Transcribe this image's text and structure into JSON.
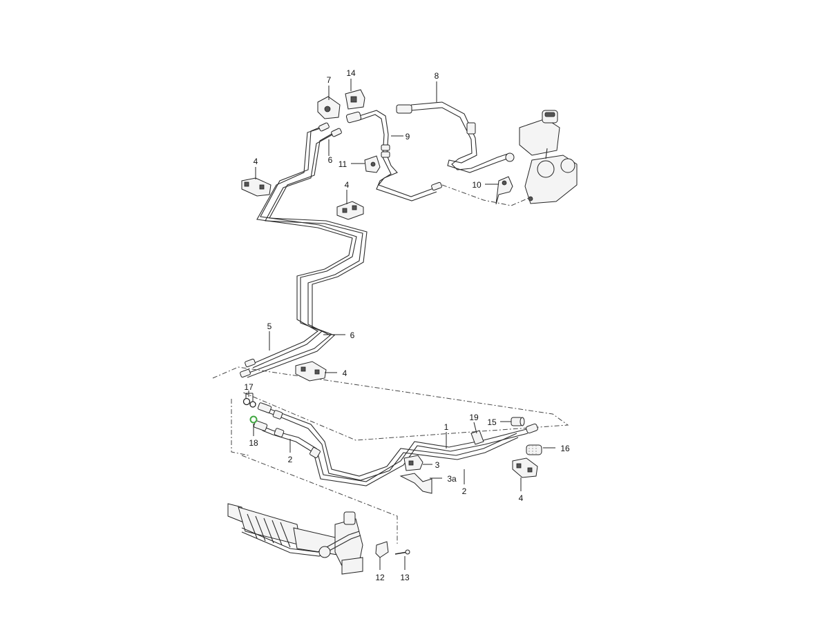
{
  "diagram": {
    "callouts": {
      "c1": "1",
      "c2a": "2",
      "c2b": "2",
      "c3": "3",
      "c3a": "3a",
      "c4a": "4",
      "c4b": "4",
      "c4c": "4",
      "c4d": "4",
      "c5": "5",
      "c6a": "6",
      "c6b": "6",
      "c7": "7",
      "c8": "8",
      "c9": "9",
      "c10": "10",
      "c11": "11",
      "c12": "12",
      "c13": "13",
      "c14": "14",
      "c15": "15",
      "c16": "16",
      "c17": "17",
      "c18": "18",
      "c19": "19"
    },
    "colors": {
      "line": "#2a2a2a",
      "highlight_seal": "#3fa63f"
    }
  }
}
